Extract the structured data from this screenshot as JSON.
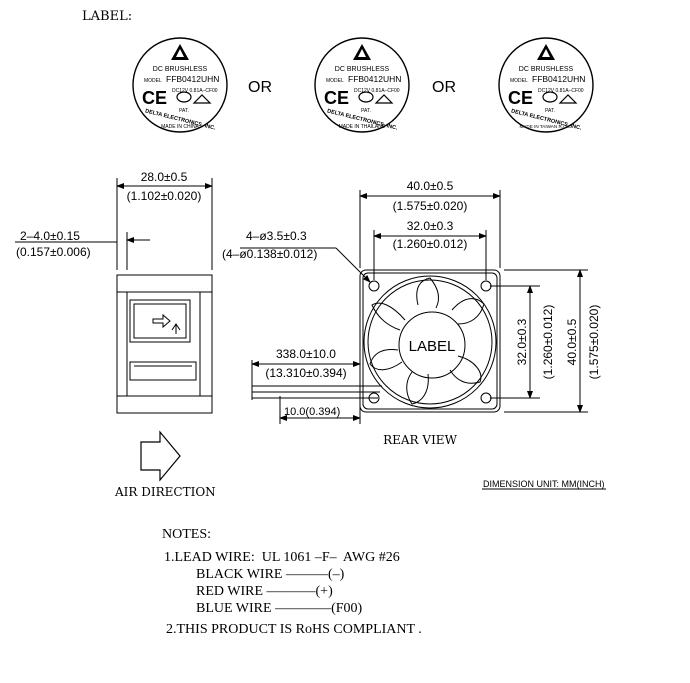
{
  "header": {
    "label_title": "LABEL:"
  },
  "labels": [
    {
      "line1": "DC BRUSHLESS",
      "model_prefix": "MODEL",
      "model": "FFB0412UHN",
      "ratings": "DC12V  0.81A–CF00",
      "pat": "PAT.",
      "maker": "DELTA ELECTRONICS, INC.",
      "origin": "MADE IN CHINA"
    },
    {
      "line1": "DC BRUSHLESS",
      "model_prefix": "MODEL",
      "model": "FFB0412UHN",
      "ratings": "DC12V  0.81A–CF00",
      "pat": "PAT.",
      "maker": "DELTA ELECTRONICS, INC.",
      "origin": "MADE IN THAILAND"
    },
    {
      "line1": "DC BRUSHLESS",
      "model_prefix": "MODEL",
      "model": "FFB0412UHN",
      "ratings": "DC12V  0.81A–CF00",
      "pat": "PAT.",
      "maker": "DELTA ELECTRONICS, INC.",
      "origin": "MADE IN TAIWAN R.O.C."
    }
  ],
  "or_text": "OR",
  "side_view": {
    "depth": "28.0±0.5",
    "depth_in": "(1.102±0.020)",
    "rib": "2–4.0±0.15",
    "rib_in": "(0.157±0.006)",
    "air_direction": "AIR DIRECTION"
  },
  "rear_view": {
    "title": "REAR VIEW",
    "width": "40.0±0.5",
    "width_in": "(1.575±0.020)",
    "hole_pitch": "32.0±0.3",
    "hole_pitch_in": "(1.260±0.012)",
    "holes": "4–ø3.5±0.3",
    "holes_in": "(4–ø0.138±0.012)",
    "lead_length": "338.0±10.0",
    "lead_length_in": "(13.310±0.394)",
    "strip": "10.0(0.394)",
    "height_pitch": "32.0±0.3",
    "height_pitch_in": "(1.260±0.012)",
    "height": "40.0±0.5",
    "height_in": "(1.575±0.020)",
    "hub_label": "LABEL"
  },
  "dimension_unit": "DIMENSION UNIT: MM(INCH)",
  "notes": {
    "title": "NOTES:",
    "lead_wire": "1.LEAD WIRE:  UL 1061 –F–  AWG #26",
    "black": "BLACK WIRE ––––––(–)",
    "red": "RED WIRE –––––––(+)",
    "blue": "BLUE WIRE ––––––––(F00)",
    "rohs": "2.THIS PRODUCT IS RoHS COMPLIANT ."
  },
  "colors": {
    "ink": "#000000",
    "paper": "#ffffff"
  }
}
